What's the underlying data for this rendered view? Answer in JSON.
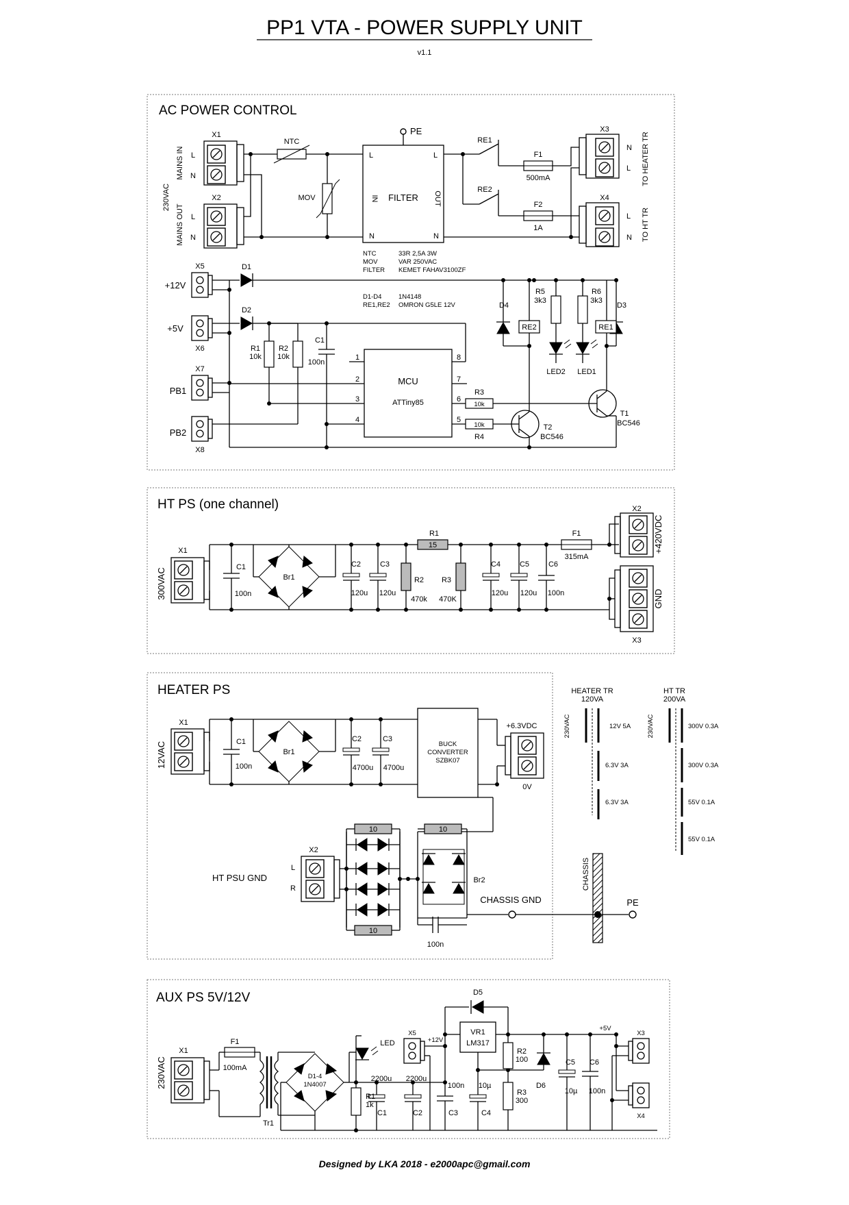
{
  "title": "PP1 VTA - POWER SUPPLY UNIT",
  "version": "v1.1",
  "footer": "Designed by LKA 2018 - e2000apc@gmail.com",
  "ac": {
    "title": "AC POWER CONTROL",
    "vac": "230VAC",
    "mains_in": "MAINS IN",
    "mains_out": "MAINS OUT",
    "x1": "X1",
    "x2": "X2",
    "x3": "X3",
    "x4": "X4",
    "x5": "X5",
    "x6": "X6",
    "x7": "X7",
    "x8": "X8",
    "L": "L",
    "N": "N",
    "ntc": "NTC",
    "mov": "MOV",
    "pe": "PE",
    "filter": "FILTER",
    "in": "IN",
    "out": "OUT",
    "re1": "RE1",
    "re2": "RE2",
    "f1": "F1",
    "f1_val": "500mA",
    "f2": "F2",
    "f2_val": "1A",
    "to_heater": "TO HEATER TR",
    "to_ht": "TO HT TR",
    "notes": [
      [
        "NTC",
        "33R 2,5A 3W"
      ],
      [
        "MOV",
        "VAR 250VAC"
      ],
      [
        "FILTER",
        "KEMET FAHAV3100ZF"
      ]
    ],
    "notes2": [
      [
        "D1-D4",
        "1N4148"
      ],
      [
        "RE1,RE2",
        "OMRON G5LE 12V"
      ]
    ],
    "p12v": "+12V",
    "p5v": "+5V",
    "pb1": "PB1",
    "pb2": "PB2",
    "d1": "D1",
    "d2": "D2",
    "d3": "D3",
    "d4": "D4",
    "r1": "R1",
    "r1_val": "10k",
    "r2": "R2",
    "r2_val": "10k",
    "c1": "C1",
    "c1_val": "100n",
    "mcu": "MCU",
    "mcu_part": "ATTiny85",
    "pins": [
      "1",
      "2",
      "3",
      "4",
      "5",
      "6",
      "7",
      "8"
    ],
    "r3": "R3",
    "r3_val": "10k",
    "r4": "R4",
    "r4_val": "10k",
    "r5": "R5",
    "r5_val": "3k3",
    "r6": "R6",
    "r6_val": "3k3",
    "led1": "LED1",
    "led2": "LED2",
    "t1": "T1",
    "t1_part": "BC546",
    "t2": "T2",
    "t2_part": "BC546"
  },
  "ht": {
    "title": "HT PS (one channel)",
    "vac": "300VAC",
    "x1": "X1",
    "x2": "X2",
    "x3": "X3",
    "c1": "C1",
    "c1_val": "100n",
    "br1": "Br1",
    "c2": "C2",
    "c2_val": "120u",
    "c3": "C3",
    "c3_val": "120u",
    "r1": "R1",
    "r1_val": "15",
    "r2": "R2",
    "r2_val": "470k",
    "r3": "R3",
    "r3_val": "470K",
    "c4": "C4",
    "c4_val": "120u",
    "c5": "C5",
    "c5_val": "120u",
    "c6": "C6",
    "c6_val": "100n",
    "f1": "F1",
    "f1_val": "315mA",
    "out": "+420VDC",
    "gnd": "GND"
  },
  "heater": {
    "title": "HEATER PS",
    "vac": "12VAC",
    "x1": "X1",
    "x2": "X2",
    "c1": "C1",
    "c1_val": "100n",
    "br1": "Br1",
    "c2": "C2",
    "c2_val": "4700u",
    "c3": "C3",
    "c3_val": "4700u",
    "buck": [
      "BUCK",
      "CONVERTER",
      "SZBK07"
    ],
    "out": "+6.3VDC",
    "zero": "0V",
    "ht_gnd": "HT PSU GND",
    "L": "L",
    "R": "R",
    "res10": "10",
    "br2": "Br2",
    "c_val": "100n",
    "chassis_gnd": "CHASSIS GND",
    "chassis": "CHASSIS",
    "pe": "PE"
  },
  "tr": {
    "heater_title": "HEATER TR",
    "heater_va": "120VA",
    "ht_title": "HT TR",
    "ht_va": "200VA",
    "primary": "230VAC",
    "heater_windings": [
      "12V 5A",
      "6.3V 3A",
      "6.3V 3A"
    ],
    "ht_windings": [
      "300V 0.3A",
      "300V 0.3A",
      "55V 0.1A",
      "55V 0.1A"
    ]
  },
  "aux": {
    "title": "AUX PS 5V/12V",
    "vac": "230VAC",
    "x1": "X1",
    "f1": "F1",
    "f1_val": "100mA",
    "tr1": "Tr1",
    "bridge": "D1-4",
    "bridge_part": "1N4007",
    "led": "LED",
    "r1": "R1",
    "r1_val": "1k",
    "c1": "C1",
    "c1_val": "2200u",
    "c2": "C2",
    "c2_val": "2200u",
    "c3": "C3",
    "c3_val": "100n",
    "x5": "X5",
    "p12": "+12V",
    "vr1": "VR1",
    "vr1_part": "LM317",
    "d5": "D5",
    "d6": "D6",
    "c4": "C4",
    "c4_val": "10µ",
    "r2": "R2",
    "r2_val": "100",
    "r3": "R3",
    "r3_val": "300",
    "c5": "C5",
    "c5_val": "10µ",
    "c6": "C6",
    "c6_val": "100n",
    "p5": "+5V",
    "x3": "X3",
    "x4": "X4"
  }
}
